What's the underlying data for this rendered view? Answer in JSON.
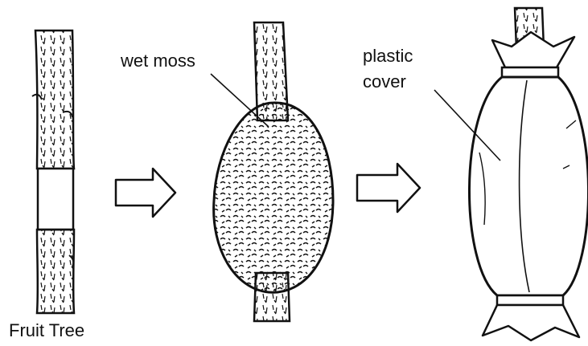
{
  "labels": {
    "wet_moss": "wet moss",
    "plastic_line1": "plastic",
    "plastic_line2": "cover",
    "fruit_tree": "Fruit Tree"
  },
  "steps": [
    {
      "name": "stripped-branch"
    },
    {
      "name": "moss-wrapped-branch"
    },
    {
      "name": "plastic-covered-branch"
    }
  ],
  "colors": {
    "ink": "#111111",
    "paper": "#ffffff"
  }
}
